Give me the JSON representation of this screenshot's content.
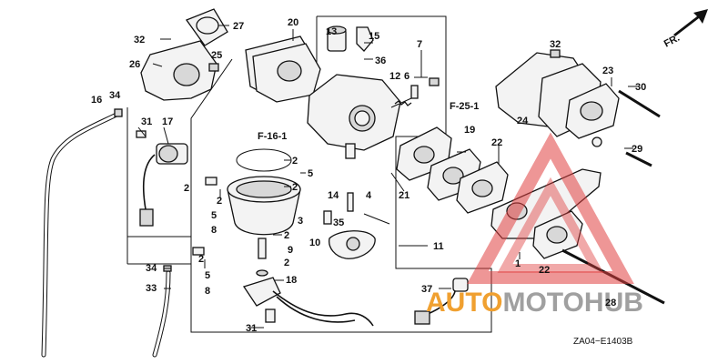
{
  "callouts": {
    "c1": "1",
    "c2a": "2",
    "c2b": "2",
    "c2c": "2",
    "c2d": "2",
    "c2e": "2",
    "c2f": "2",
    "c2g": "2",
    "c3": "3",
    "c4": "4",
    "c5a": "5",
    "c5b": "5",
    "c5c": "5",
    "c6": "6",
    "c7": "7",
    "c8a": "8",
    "c8b": "8",
    "c9": "9",
    "c10": "10",
    "c11": "11",
    "c12": "12",
    "c13": "13",
    "c14": "14",
    "c15": "15",
    "c16": "16",
    "c17": "17",
    "c18": "18",
    "c19": "19",
    "c20": "20",
    "c21": "21",
    "c22a": "22",
    "c22b": "22",
    "c23": "23",
    "c24": "24",
    "c25": "25",
    "c26": "26",
    "c27": "27",
    "c28": "28",
    "c29": "29",
    "c30": "30",
    "c31a": "31",
    "c31b": "31",
    "c32a": "32",
    "c32b": "32",
    "c33": "33",
    "c34a": "34",
    "c34b": "34",
    "c35": "35",
    "c36": "36",
    "c37": "37"
  },
  "references": {
    "f16": "F-16-1",
    "f25": "F-25-1"
  },
  "direction_arrow": {
    "label": "FR.",
    "icon": "forward-arrow-icon"
  },
  "diagram_code": "ZA04−E1403B",
  "watermark": {
    "part1": "AUTO",
    "part2": "MOTO",
    "part3": "HUB",
    "colors": {
      "orange": "#f0a030",
      "gray": "#a0a0a0",
      "red": "#e04040"
    }
  }
}
